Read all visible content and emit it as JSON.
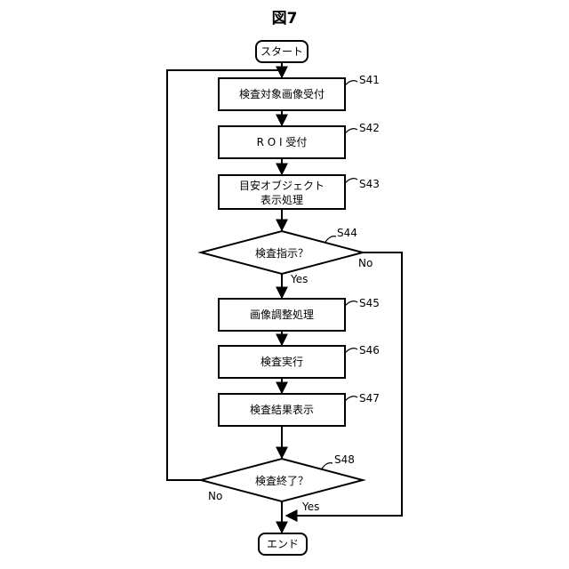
{
  "figure": {
    "title": "図7"
  },
  "flow": {
    "start": "スタート",
    "end": "エンド",
    "steps": {
      "s41": {
        "id": "S41",
        "line1": "検査対象画像受付",
        "line2": ""
      },
      "s42": {
        "id": "S42",
        "line1": "R O I 受付",
        "line2": ""
      },
      "s43": {
        "id": "S43",
        "line1": "目安オブジェクト",
        "line2": "表示処理"
      },
      "s45": {
        "id": "S45",
        "line1": "画像調整処理",
        "line2": ""
      },
      "s46": {
        "id": "S46",
        "line1": "検査実行",
        "line2": ""
      },
      "s47": {
        "id": "S47",
        "line1": "検査結果表示",
        "line2": ""
      }
    },
    "decisions": {
      "s44": {
        "id": "S44",
        "label": "検査指示？",
        "yes": "Yes",
        "no": "No"
      },
      "s48": {
        "id": "S48",
        "label": "検査終了？",
        "yes": "Yes",
        "no": "No"
      }
    }
  }
}
